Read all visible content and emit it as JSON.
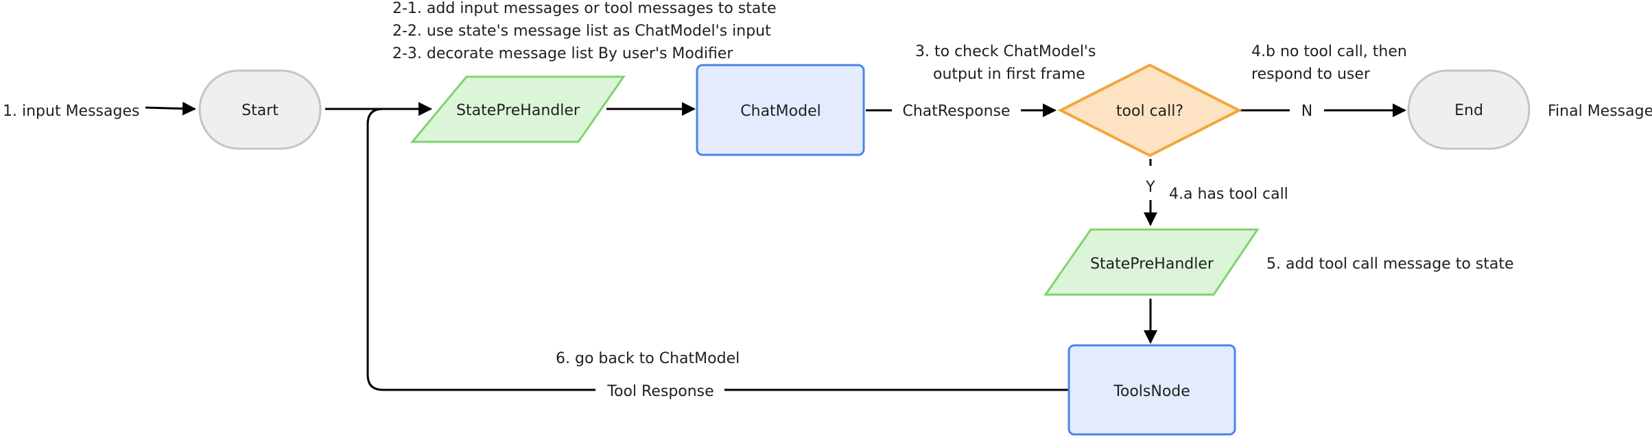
{
  "nodes": {
    "start": "Start",
    "state_pre_handler_1": "StatePreHandler",
    "chat_model": "ChatModel",
    "tool_call_decision": "tool call?",
    "end": "End",
    "state_pre_handler_2": "StatePreHandler",
    "tools_node": "ToolsNode"
  },
  "steps": {
    "input_messages": "1. input Messages",
    "step_2_1": "2-1. add input messages or tool messages to state",
    "step_2_2": "2-2. use state's message list as ChatModel's input",
    "step_2_3": "2-3. decorate message list By user's Modifier",
    "step_3_line1": "3. to check ChatModel's",
    "step_3_line2": "output in first frame",
    "step_4b_line1": "4.b no tool call, then",
    "step_4b_line2": "respond to user",
    "step_4a": "4.a has tool call",
    "step_5": "5. add tool call message to state",
    "step_6": "6. go back to ChatModel",
    "final_message": "Final Message"
  },
  "edges": {
    "chat_response": "ChatResponse",
    "no_branch": "N",
    "yes_branch": "Y",
    "tool_response": "Tool Response"
  },
  "colors": {
    "terminal_fill": "#efefef",
    "terminal_stroke": "#c4c4c4",
    "handler_fill": "#dcf5d8",
    "handler_stroke": "#7fd36e",
    "model_fill": "#e3ebfd",
    "model_stroke": "#4a85e6",
    "decision_fill": "#fde3c3",
    "decision_stroke": "#f0a73a",
    "edge": "#000000",
    "text": "#1f1f1f"
  }
}
